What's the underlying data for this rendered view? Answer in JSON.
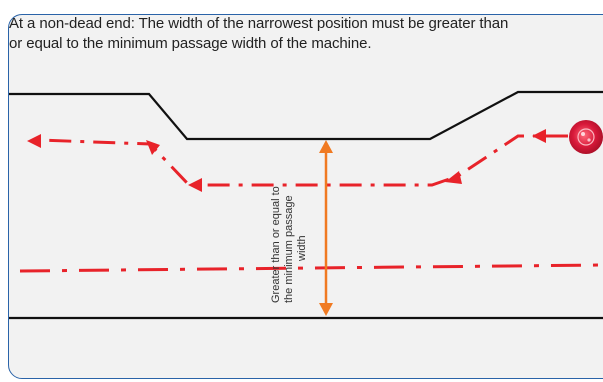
{
  "caption": {
    "line1": "At a non-dead end: The width of the narrowest position must be greater than",
    "line2": "or equal to the minimum passage width of the machine."
  },
  "dimension_label": {
    "line1": "Greater than or equal to",
    "line2": "the minimum passage",
    "line3": "width"
  },
  "colors": {
    "panel_bg": "#f2f2f2",
    "panel_border": "#2a63a8",
    "wall": "#111111",
    "path": "#e8232a",
    "dimension_arrow": "#f07a22",
    "robot": "#d8193a"
  },
  "icons": {
    "robot": "robot-icon",
    "path_arrow": "arrowhead-icon"
  }
}
